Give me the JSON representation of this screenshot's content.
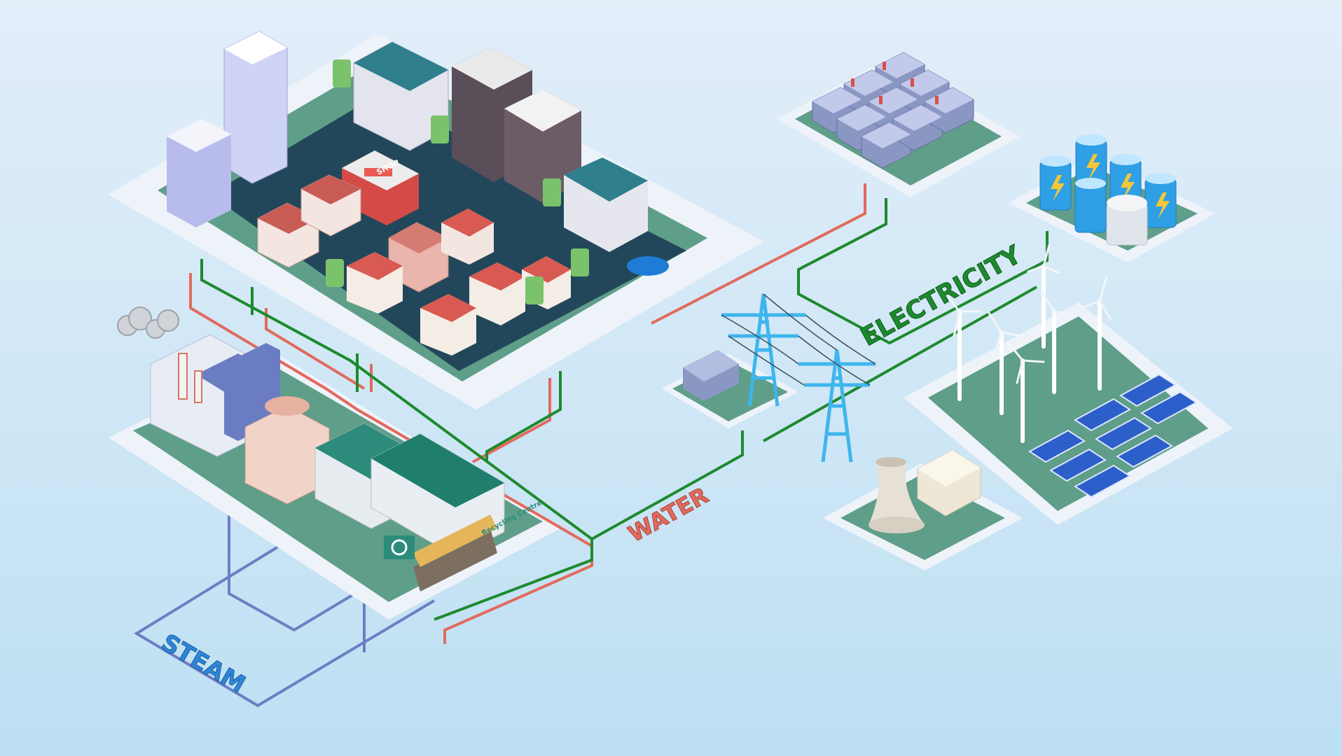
{
  "labels": {
    "electricity": "ELECTRICITY",
    "water": "WATER",
    "steam": "STEAM",
    "shop_sign": "SHOP",
    "recycling_sign": "Recycling Centre"
  },
  "colors": {
    "background_top": "#e2eef8",
    "background_bottom": "#bfe0f2",
    "electricity_line": "#1d8a2e",
    "water_line": "#e26a5c",
    "steam_line": "#6a7fc4",
    "platform": "#eef3fa",
    "ground": "#5f9e88",
    "road": "#22475a"
  },
  "icons": [
    "recycle-icon",
    "lightning-icon",
    "smoke-icon"
  ]
}
